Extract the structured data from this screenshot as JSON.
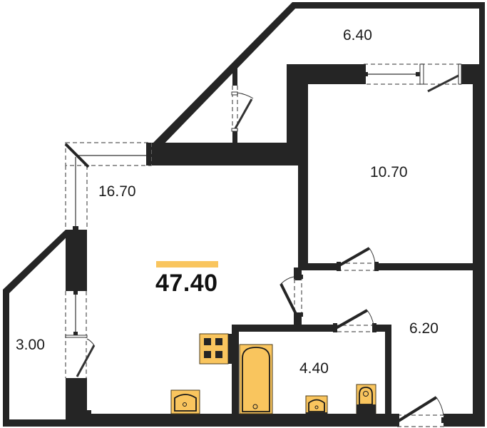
{
  "plan": {
    "total_area": "47.40",
    "accent_color": "#f9c55e",
    "wall_color": "#252525",
    "rooms": [
      {
        "id": "loggia-top",
        "area": "6.40"
      },
      {
        "id": "bedroom",
        "area": "10.70"
      },
      {
        "id": "living-kitchen",
        "area": "16.70"
      },
      {
        "id": "hallway",
        "area": "6.20"
      },
      {
        "id": "bathroom",
        "area": "4.40"
      },
      {
        "id": "balcony-left",
        "area": "3.00"
      }
    ],
    "fixtures": [
      {
        "type": "stove-icon"
      },
      {
        "type": "kitchen-sink-icon"
      },
      {
        "type": "bathtub-icon"
      },
      {
        "type": "bathroom-sink-icon"
      },
      {
        "type": "toilet-icon"
      }
    ]
  }
}
